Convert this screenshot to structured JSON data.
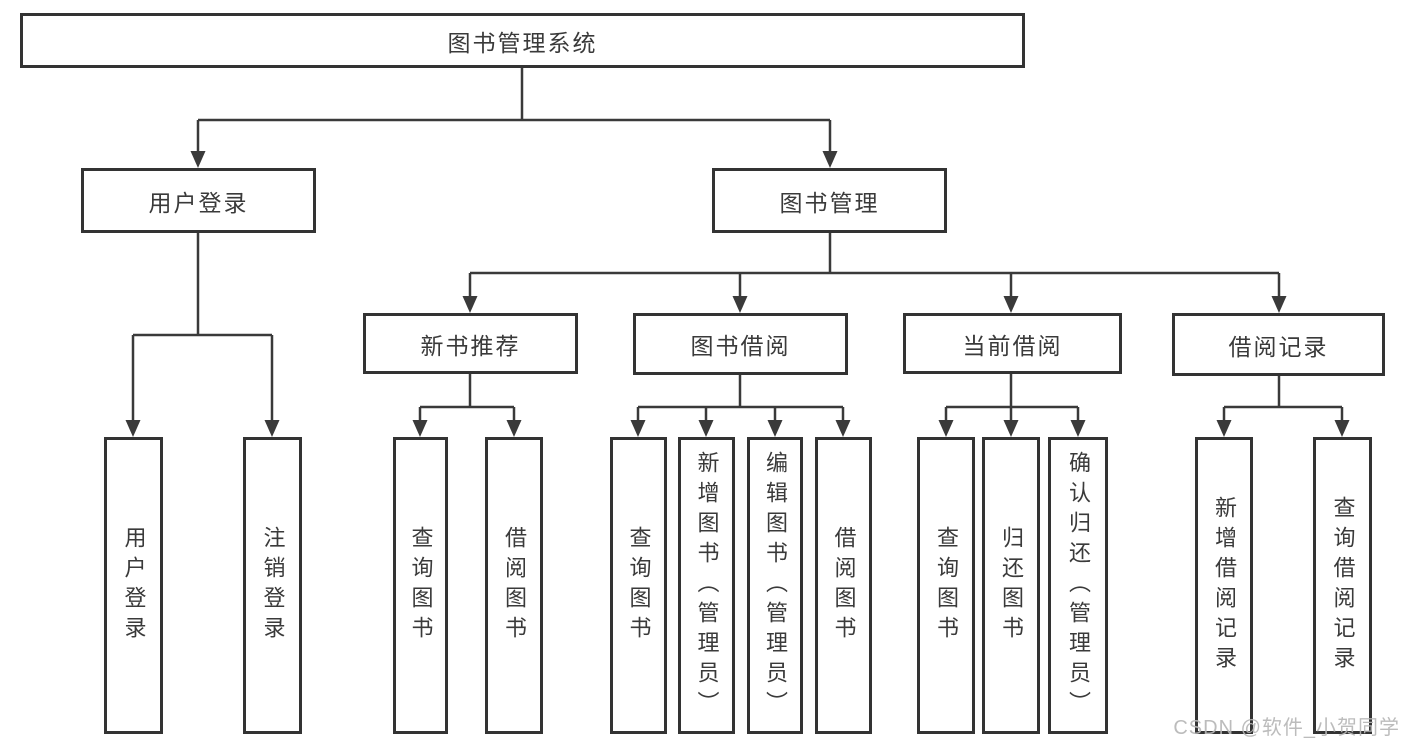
{
  "diagram": {
    "root": {
      "label": "图书管理系统"
    },
    "branches": [
      {
        "label": "用户登录"
      },
      {
        "label": "图书管理"
      }
    ],
    "modules": [
      {
        "label": "新书推荐"
      },
      {
        "label": "图书借阅"
      },
      {
        "label": "当前借阅"
      },
      {
        "label": "借阅记录"
      }
    ],
    "leaves": [
      {
        "label": "用户登录"
      },
      {
        "label": "注销登录"
      },
      {
        "label": "查询图书"
      },
      {
        "label": "借阅图书"
      },
      {
        "label": "查询图书"
      },
      {
        "label": "新增图书（管理员）"
      },
      {
        "label": "编辑图书（管理员）"
      },
      {
        "label": "借阅图书"
      },
      {
        "label": "查询图书"
      },
      {
        "label": "归还图书"
      },
      {
        "label": "确认归还（管理员）"
      },
      {
        "label": "新增借阅记录"
      },
      {
        "label": "查询借阅记录"
      }
    ]
  },
  "watermark": {
    "text": "CSDN @软件_小贺同学"
  },
  "colors": {
    "line": "#3a3a3a",
    "border": "#333333",
    "text": "#3a3a3a",
    "watermark": "#b6b6b6",
    "background": "#ffffff"
  }
}
